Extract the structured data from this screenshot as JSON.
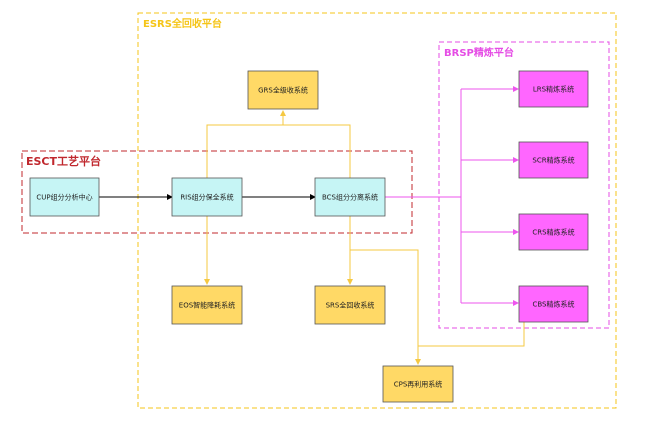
{
  "groups": {
    "esrs": {
      "label": "ESRS全回收平台",
      "color": "#f5c518"
    },
    "brsp": {
      "label": "BRSP精炼平台",
      "color": "#e54de5"
    },
    "esct": {
      "label": "ESCT工艺平台",
      "color": "#c0282e"
    }
  },
  "nodes": {
    "cup": {
      "label": "CUP组分分析中心"
    },
    "ris": {
      "label": "RIS组分保全系统"
    },
    "bcs": {
      "label": "BCS组分分离系统"
    },
    "grs": {
      "label": "GRS全级收系统"
    },
    "eos": {
      "label": "EOS智能降耗系统"
    },
    "srs": {
      "label": "SRS全回收系统"
    },
    "cps": {
      "label": "CPS再利用系统"
    },
    "lrs": {
      "label": "LRS精炼系统"
    },
    "scr": {
      "label": "SCR精炼系统"
    },
    "crs": {
      "label": "CRS精炼系统"
    },
    "cbs": {
      "label": "CBS精炼系统"
    }
  },
  "colors": {
    "cyan_fill": "#c6f5f5",
    "yellow_fill": "#ffd966",
    "magenta_fill": "#ff66ff",
    "yellow_line": "#f5c842",
    "magenta_line": "#ee55ee",
    "black_line": "#000000"
  }
}
